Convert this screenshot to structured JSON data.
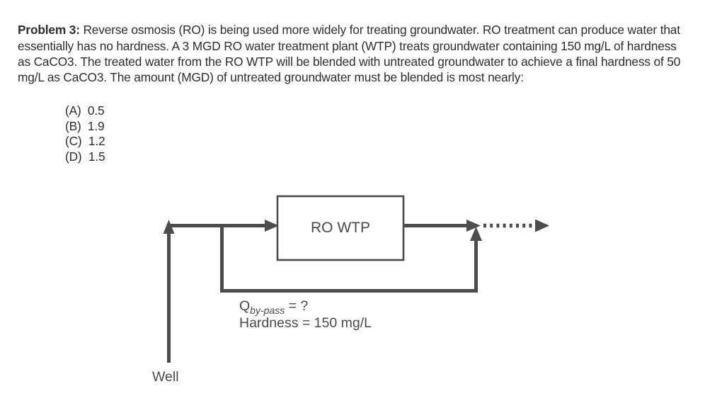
{
  "problem": {
    "lead": "Problem 3:",
    "body": " Reverse osmosis (RO) is being used more widely for treating groundwater. RO treatment can produce water that essentially has no hardness. A 3 MGD RO water treatment plant (WTP) treats groundwater containing 150 mg/L of hardness as CaCO3. The treated water from the RO WTP will be blended with untreated groundwater to achieve a final hardness of 50 mg/L as CaCO3. The amount (MGD) of untreated groundwater must be blended is most nearly:"
  },
  "choices": [
    {
      "label": "(A)",
      "value": "0.5",
      "text": "(A)  0.5"
    },
    {
      "label": "(B)",
      "value": "1.9",
      "text": "(B)  1.9"
    },
    {
      "label": "(C)",
      "value": "1.2",
      "text": "(C)  1.2"
    },
    {
      "label": "(D)",
      "value": "1.5",
      "text": "(D)  1.5"
    }
  ],
  "diagram": {
    "unit_label": "RO WTP",
    "bypass": {
      "symbol": "Q",
      "subscript": "by-pass",
      "equals_value": " = ?",
      "hardness_line": "Hardness = 150 mg/L"
    },
    "source_label": "Well",
    "line_color": "#4d4d4d",
    "box_stroke_color": "#4a4a4a",
    "text_color": "#4a4a4a"
  }
}
